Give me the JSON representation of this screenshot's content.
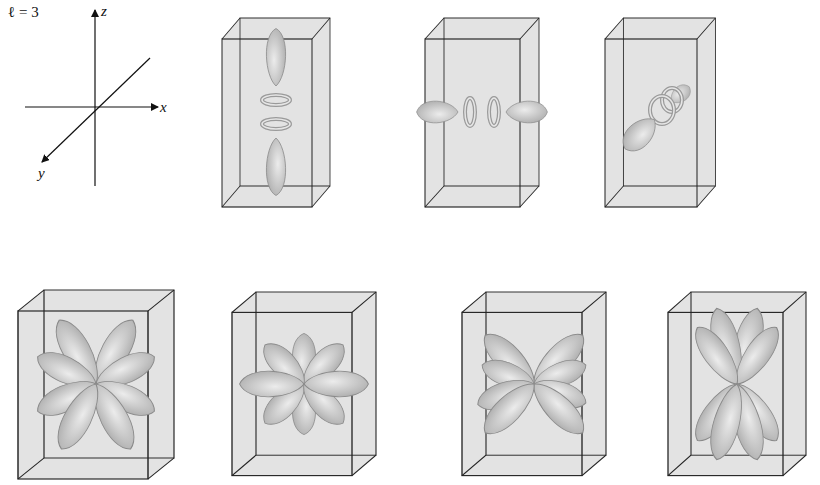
{
  "diagram": {
    "labels": [
      "ℓ = 3",
      "z",
      "x",
      "y"
    ]
  }
}
